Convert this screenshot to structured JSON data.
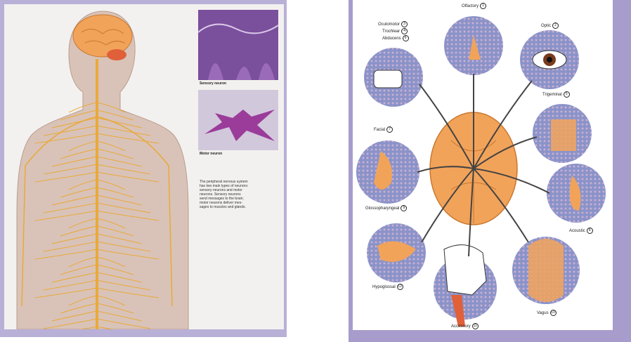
{
  "left": {
    "sensory_caption": "Sensory neuron",
    "motor_caption": "Motor neuron",
    "paragraph": [
      "The peripheral nervous system",
      "has two main types of neurons:",
      "sensory neurons and motor",
      "neurons. Sensory neurons",
      "send messages to the brain;",
      "motor neurons deliver mes-",
      "sages to muscles and glands."
    ]
  },
  "right": {
    "nerves": {
      "olfactory": {
        "label": "Olfactory",
        "num": "1"
      },
      "optic": {
        "label": "Optic",
        "num": "2"
      },
      "oculomotor": {
        "label": "Oculomotor",
        "num": "3"
      },
      "trochlear": {
        "label": "Trochlear",
        "num": "4"
      },
      "abducens": {
        "label": "Abducens",
        "num": "6"
      },
      "trigeminal": {
        "label": "Trigeminal",
        "num": "5"
      },
      "facial": {
        "label": "Facial",
        "num": "7"
      },
      "glossopharyngeal": {
        "label": "Glossopharyngeal",
        "num": "9"
      },
      "acoustic": {
        "label": "Acoustic",
        "num": "8"
      },
      "hypoglossal": {
        "label": "Hypoglossal",
        "num": "12"
      },
      "accessory": {
        "label": "Accessory",
        "num": "11"
      },
      "vagus": {
        "label": "Vagus",
        "num": "10"
      }
    }
  },
  "colors": {
    "frame_left": "#b9b0d8",
    "frame_right": "#a89ccc",
    "skin": "#d9c3b8",
    "nerve": "#e9a93a",
    "brain": "#f2a35a",
    "bubble": "#7a86c4"
  }
}
